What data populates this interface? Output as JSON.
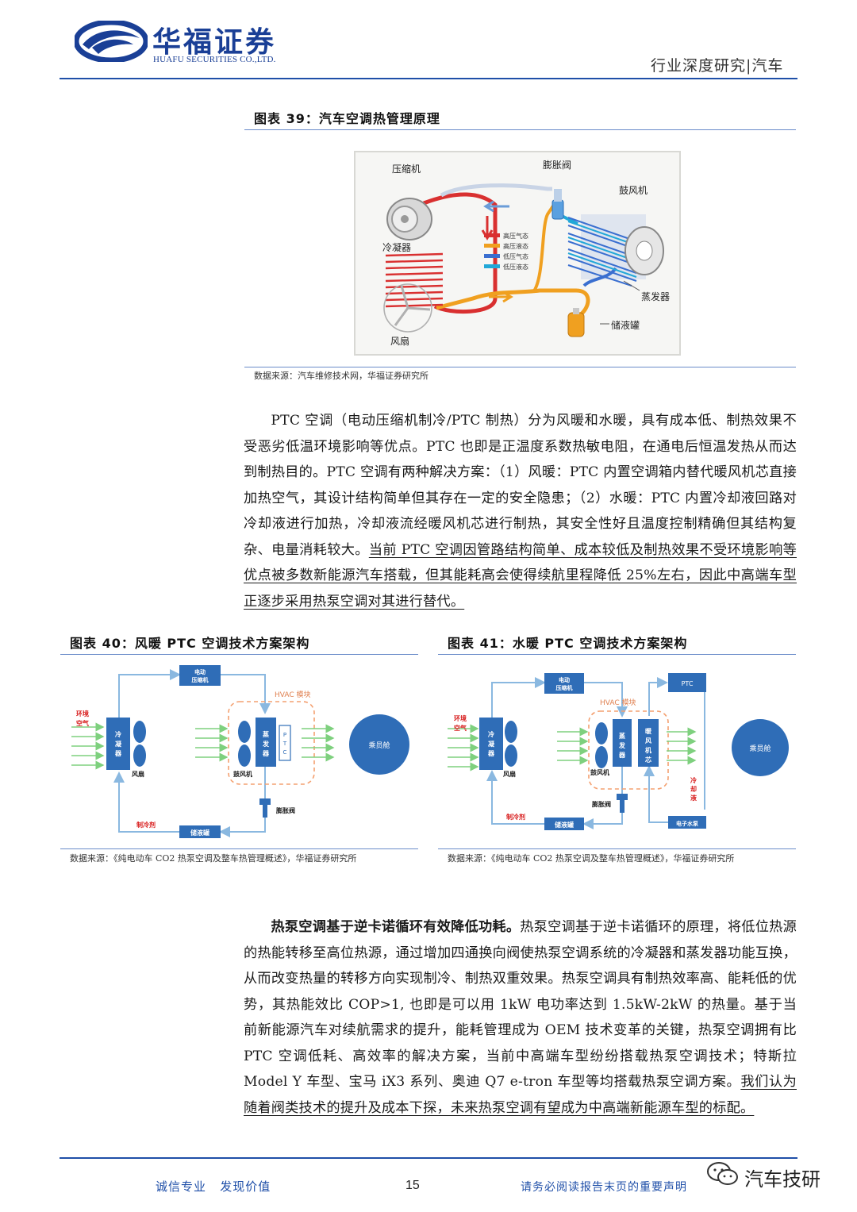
{
  "header": {
    "logo_cn": "华福证券",
    "logo_en": "HUAFU SECURITIES CO.,LTD.",
    "report_type": "行业深度研究|汽车"
  },
  "figure39": {
    "title": "图表 39：汽车空调热管理原理",
    "labels": {
      "compressor": "压缩机",
      "expansion_valve": "膨胀阀",
      "blower": "鼓风机",
      "condenser": "冷凝器",
      "evaporator": "蒸发器",
      "receiver": "储液罐",
      "fan": "风扇"
    },
    "legend": [
      {
        "label": "高压气态",
        "color": "#d93030"
      },
      {
        "label": "高压液态",
        "color": "#f0a020"
      },
      {
        "label": "低压气态",
        "color": "#3a6fd0"
      },
      {
        "label": "低压液态",
        "color": "#22a8d8"
      }
    ],
    "source": "数据来源：汽车维修技术网，华福证券研究所"
  },
  "para1": {
    "text": "PTC 空调（电动压缩机制冷/PTC 制热）分为风暖和水暖，具有成本低、制热效果不受恶劣低温环境影响等优点。PTC 也即是正温度系数热敏电阻，在通电后恒温发热从而达到制热目的。PTC 空调有两种解决方案：（1）风暖：PTC 内置空调箱内替代暖风机芯直接加热空气，其设计结构简单但其存在一定的安全隐患；（2）水暖：PTC 内置冷却液回路对冷却液进行加热，冷却液流经暖风机芯进行制热，其安全性好且温度控制精确但其结构复杂、电量消耗较大。",
    "underlined": "当前 PTC 空调因管路结构简单、成本较低及制热效果不受环境影响等优点被多数新能源汽车搭载，但其能耗高会使得续航里程降低 25%左右，因此中高端车型正逐步采用热泵空调对其进行替代。"
  },
  "figure40": {
    "title": "图表 40：风暖 PTC 空调技术方案架构",
    "labels": {
      "compressor": "电动\n压缩机",
      "hvac": "HVAC 模块",
      "ambient": "环境\n空气",
      "condenser": "冷凝器",
      "fan": "风扇",
      "evaporator": "蒸发器",
      "ptc": "PTC",
      "blower": "鼓风机",
      "cabin": "乘员舱",
      "expansion": "膨胀阀",
      "cooling": "制冷剂",
      "receiver": "储液罐"
    },
    "source": "数据来源：《纯电动车 CO2 热泵空调及整车热管理概述》，华福证券研究所"
  },
  "figure41": {
    "title": "图表 41：水暖 PTC 空调技术方案架构",
    "labels": {
      "compressor": "电动\n压缩机",
      "hvac": "HVAC 模块",
      "ptc": "PTC",
      "ambient": "环境\n空气",
      "condenser": "冷凝器",
      "fan": "风扇",
      "evaporator": "蒸发器",
      "heater_core": "暖风机芯",
      "blower": "鼓风机",
      "cabin": "乘员舱",
      "coolant": "冷却液",
      "expansion": "膨胀阀",
      "cooling": "制冷剂",
      "receiver": "储液罐",
      "pump": "电子水泵"
    },
    "source": "数据来源：《纯电动车 CO2 热泵空调及整车热管理概述》，华福证券研究所"
  },
  "para2": {
    "bold_lead": "热泵空调基于逆卡诺循环有效降低功耗。",
    "text": "热泵空调基于逆卡诺循环的原理，将低位热源的热能转移至高位热源，通过增加四通换向阀使热泵空调系统的冷凝器和蒸发器功能互换，从而改变热量的转移方向实现制冷、制热双重效果。热泵空调具有制热效率高、能耗低的优势，其热能效比 COP>1, 也即是可以用 1kW 电功率达到 1.5kW-2kW 的热量。基于当前新能源汽车对续航需求的提升，能耗管理成为 OEM 技术变革的关键，热泵空调拥有比 PTC 空调低耗、高效率的解决方案，当前中高端车型纷纷搭载热泵空调技术；特斯拉 Model Y 车型、宝马 iX3 系列、奥迪 Q7 e-tron 车型等均搭载热泵空调方案。",
    "underlined": "我们认为随着阀类技术的提升及成本下探，未来热泵空调有望成为中高端新能源车型的标配。"
  },
  "footer": {
    "slogan": "诚信专业   发现价值",
    "page": "15",
    "notice": "请务必阅读报告末页的重要声明",
    "watermark": "汽车技研"
  }
}
